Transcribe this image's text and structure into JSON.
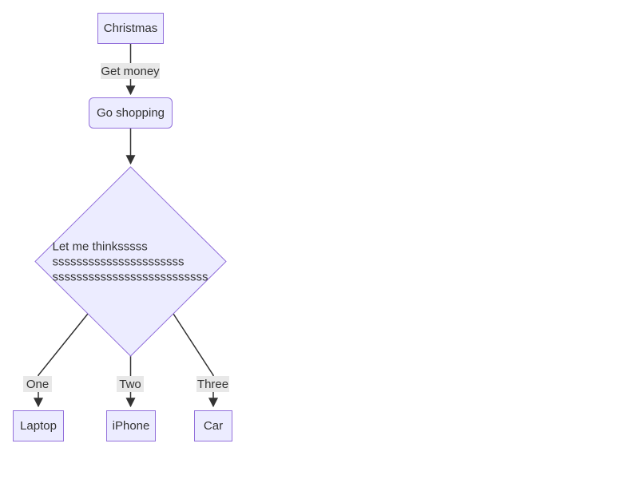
{
  "diagram": {
    "nodes": {
      "christmas": {
        "label": "Christmas"
      },
      "go_shopping": {
        "label": "Go shopping"
      },
      "decision": {
        "label": "Let me thinksssss\nssssssssssssssssssssss\nssssssssssssssssssssssssss"
      },
      "laptop": {
        "label": "Laptop"
      },
      "iphone": {
        "label": "iPhone"
      },
      "car": {
        "label": "Car"
      }
    },
    "edge_labels": {
      "get_money": {
        "label": "Get money"
      },
      "one": {
        "label": "One"
      },
      "two": {
        "label": "Two"
      },
      "three": {
        "label": "Three"
      }
    },
    "colors": {
      "node_fill": "#ECECFF",
      "node_border": "#9370DB",
      "edge_label_bg": "#e8e8e8",
      "arrow": "#333333",
      "text": "#333333",
      "background": "#ffffff"
    }
  }
}
